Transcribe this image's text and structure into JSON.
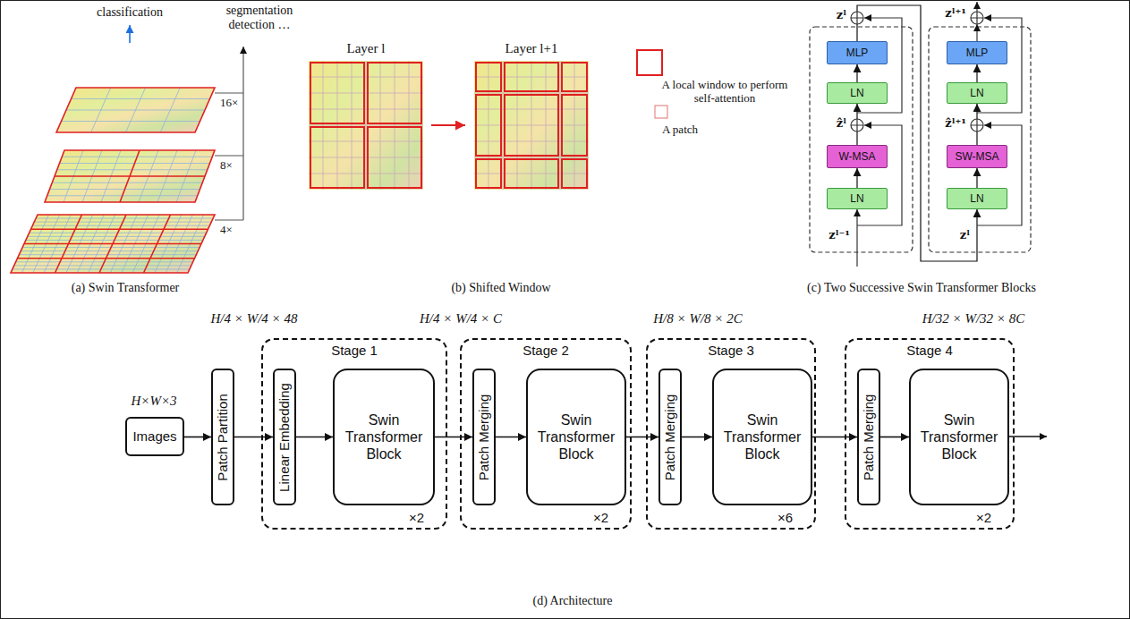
{
  "diagram": {
    "nodes": [
      {
        "text": [
          "MLP"
        ]
      },
      {
        "text": [
          "LN"
        ]
      },
      {
        "text": [
          "W-MSA"
        ]
      },
      {
        "text": [
          "LN"
        ]
      },
      {
        "text": [
          "MLP"
        ]
      },
      {
        "text": [
          "LN"
        ]
      },
      {
        "text": [
          "SW-MSA"
        ]
      },
      {
        "text": [
          "LN"
        ]
      },
      {
        "text": [
          "Images"
        ]
      },
      {
        "text": [
          "Patch Partition"
        ]
      },
      {
        "text": [
          "Stage 1",
          "×2"
        ]
      },
      {
        "text": [
          "Linear Embedding"
        ],
        "in": 10
      },
      {
        "text": [
          "Swin Transformer Block"
        ],
        "in": 10
      },
      {
        "text": [
          "Stage 2",
          "×2"
        ]
      },
      {
        "text": [
          "Patch Merging"
        ],
        "in": 13
      },
      {
        "text": [
          "Swin Transformer Block"
        ],
        "in": 13
      },
      {
        "text": [
          "Stage 3",
          "×6"
        ]
      },
      {
        "text": [
          "Patch Merging"
        ],
        "in": 16
      },
      {
        "text": [
          "Swin Transformer Block"
        ],
        "in": 16
      },
      {
        "text": [
          "Stage 4",
          "×2"
        ]
      },
      {
        "text": [
          "Patch Merging"
        ],
        "in": 19
      },
      {
        "text": [
          "Swin Transformer Block"
        ],
        "in": 19
      }
    ],
    "edges": [
      {
        "from": 3,
        "to": 2,
        "arrow": "to"
      },
      {
        "from": 2,
        "to": 1,
        "arrow": "to"
      },
      {
        "from": 1,
        "to": 0,
        "arrow": "to"
      },
      {
        "from": 0,
        "to": 7,
        "arrow": "to"
      },
      {
        "from": 7,
        "to": 6,
        "arrow": "to"
      },
      {
        "from": 6,
        "to": 5,
        "arrow": "to"
      },
      {
        "from": 5,
        "to": 4,
        "arrow": "to"
      },
      {
        "from": 8,
        "to": 9,
        "arrow": "to"
      },
      {
        "from": 9,
        "to": 11,
        "arrow": "to"
      },
      {
        "from": 11,
        "to": 12,
        "arrow": "to"
      },
      {
        "from": 12,
        "to": 14,
        "arrow": "to"
      },
      {
        "from": 14,
        "to": 15,
        "arrow": "to"
      },
      {
        "from": 15,
        "to": 17,
        "arrow": "to"
      },
      {
        "from": 17,
        "to": 18,
        "arrow": "to"
      },
      {
        "from": 18,
        "to": 20,
        "arrow": "to"
      },
      {
        "from": 20,
        "to": 21,
        "arrow": "to"
      }
    ],
    "labels": [
      "classification",
      "segmentation detection …",
      "16×",
      "8×",
      "4×",
      "(a) Swin Transformer",
      "Layer l",
      "Layer l+1",
      "(b) Shifted Window",
      "zˡ",
      "zˡ⁺¹",
      "ẑˡ",
      "ẑˡ⁺¹",
      "zˡ⁻¹",
      "zˡ",
      "(c) Two Successive Swin Transformer Blocks",
      "H/4 × W/4 × 48",
      "H/4 × W/4 × C",
      "H/8 × W/8 × 2C",
      "H/32 × W/32 × 8C",
      "H×W×3",
      "(d) Architecture"
    ],
    "legend": [
      {
        "text": "A local window to perform self-attention"
      },
      {
        "text": "A patch"
      }
    ]
  }
}
